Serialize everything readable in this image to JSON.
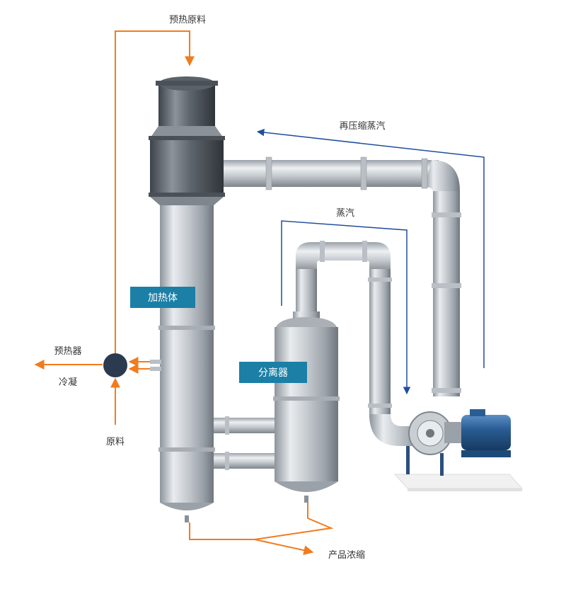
{
  "labels": {
    "preheated_feed": "预热原料",
    "recompressed_vapor": "再压缩蒸汽",
    "vapor": "蒸汽",
    "heating_body": "加热体",
    "separator": "分离器",
    "preheater": "预热器",
    "condensate": "冷凝",
    "raw_feed": "原料",
    "product_concentrate": "产品浓缩"
  },
  "colors": {
    "orange_flow": "#f07c1e",
    "blue_flow": "#1f4e9c",
    "tag_fill": "#1b7fa6",
    "node_fill": "#2b3a4e"
  }
}
